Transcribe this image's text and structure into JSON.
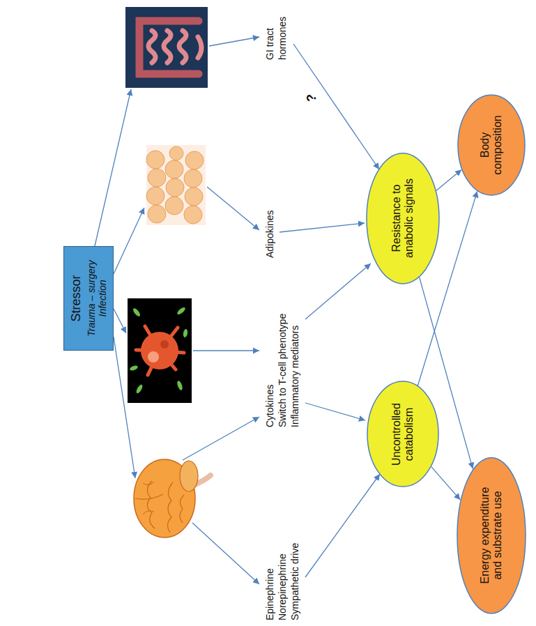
{
  "diagram": {
    "nodes": [
      {
        "text": [
          "Stressor",
          "Trauma – surgery Infection"
        ]
      },
      {
        "text": [
          "Uncontrolled catabolism"
        ]
      },
      {
        "text": [
          "Resistance to anabolic signals"
        ]
      },
      {
        "text": [
          "Energy expenditure and substrate use"
        ]
      },
      {
        "text": [
          "Body composition"
        ]
      }
    ],
    "edges": [
      {
        "from": 1,
        "to": 3,
        "arrow": "to"
      },
      {
        "from": 1,
        "to": 4,
        "arrow": "to"
      },
      {
        "from": 2,
        "to": 4,
        "arrow": "to"
      },
      {
        "from": 2,
        "to": 3,
        "arrow": "to"
      }
    ],
    "labels": [
      "Epinephrine",
      "Norepinephrine",
      "Sympathetic drive",
      "Cytokines",
      "Switch to T-cell phenotype",
      "Inflammatory mediators",
      "Adipokines",
      "GI tract hormones",
      "?"
    ]
  }
}
